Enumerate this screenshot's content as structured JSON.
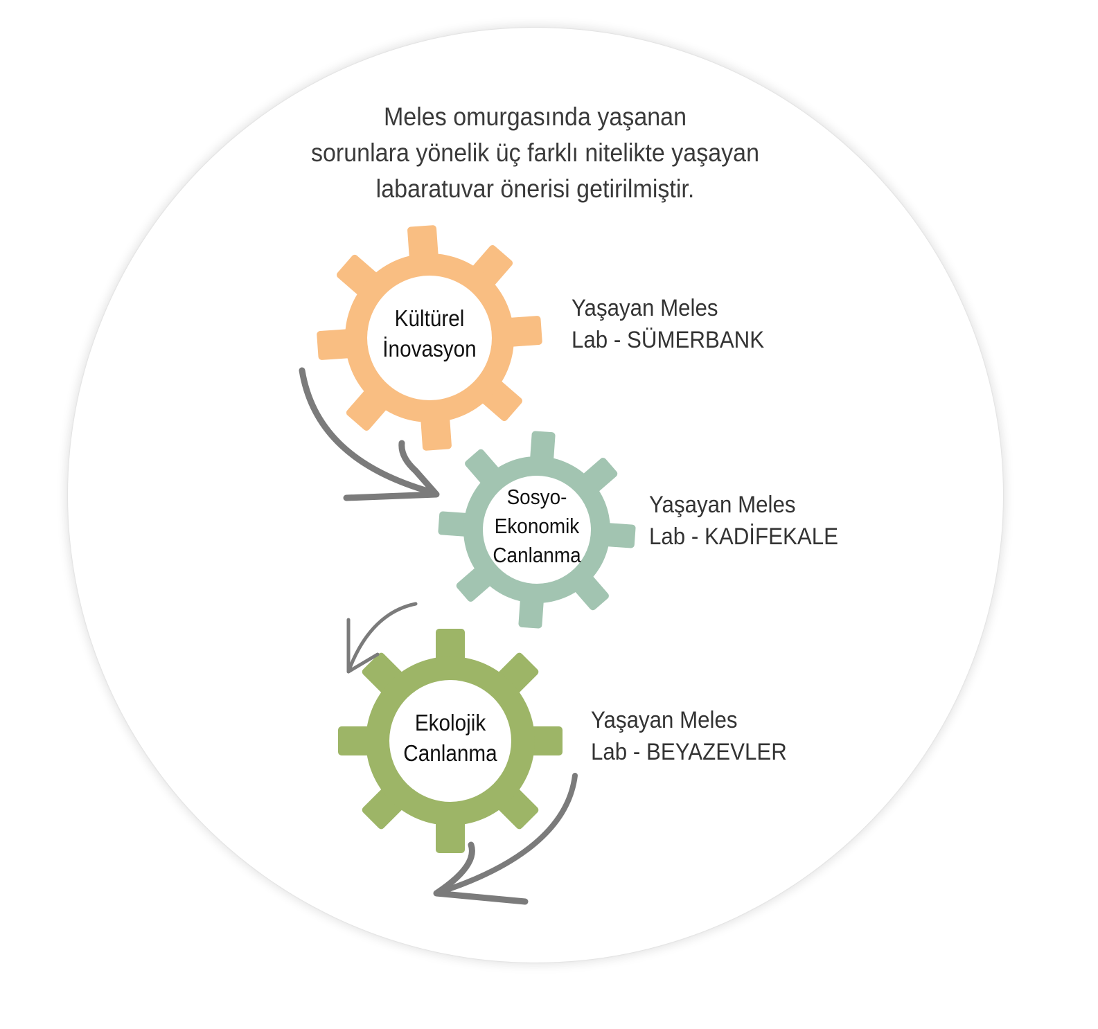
{
  "intro": {
    "lines": [
      "Meles omurgasında yaşanan",
      "sorunlara yönelik üç farklı nitelikte yaşayan",
      "labaratuvar önerisi getirilmiştir."
    ]
  },
  "gears": [
    {
      "lines": [
        "Kültürel",
        "İnovasyon"
      ],
      "color": "#F9BE82",
      "lab_lines": [
        "Yaşayan Meles",
        "Lab - SÜMERBANK"
      ]
    },
    {
      "lines": [
        "Sosyo-",
        "Ekonomik",
        "Canlanma"
      ],
      "color": "#A2C4B1",
      "lab_lines": [
        "Yaşayan Meles",
        "Lab - KADİFEKALE"
      ]
    },
    {
      "lines": [
        "Ekolojik",
        "Canlanma"
      ],
      "color": "#9DB567",
      "lab_lines": [
        "Yaşayan Meles",
        "Lab - BEYAZEVLER"
      ]
    }
  ],
  "arrow_color": "#7B7B7B"
}
